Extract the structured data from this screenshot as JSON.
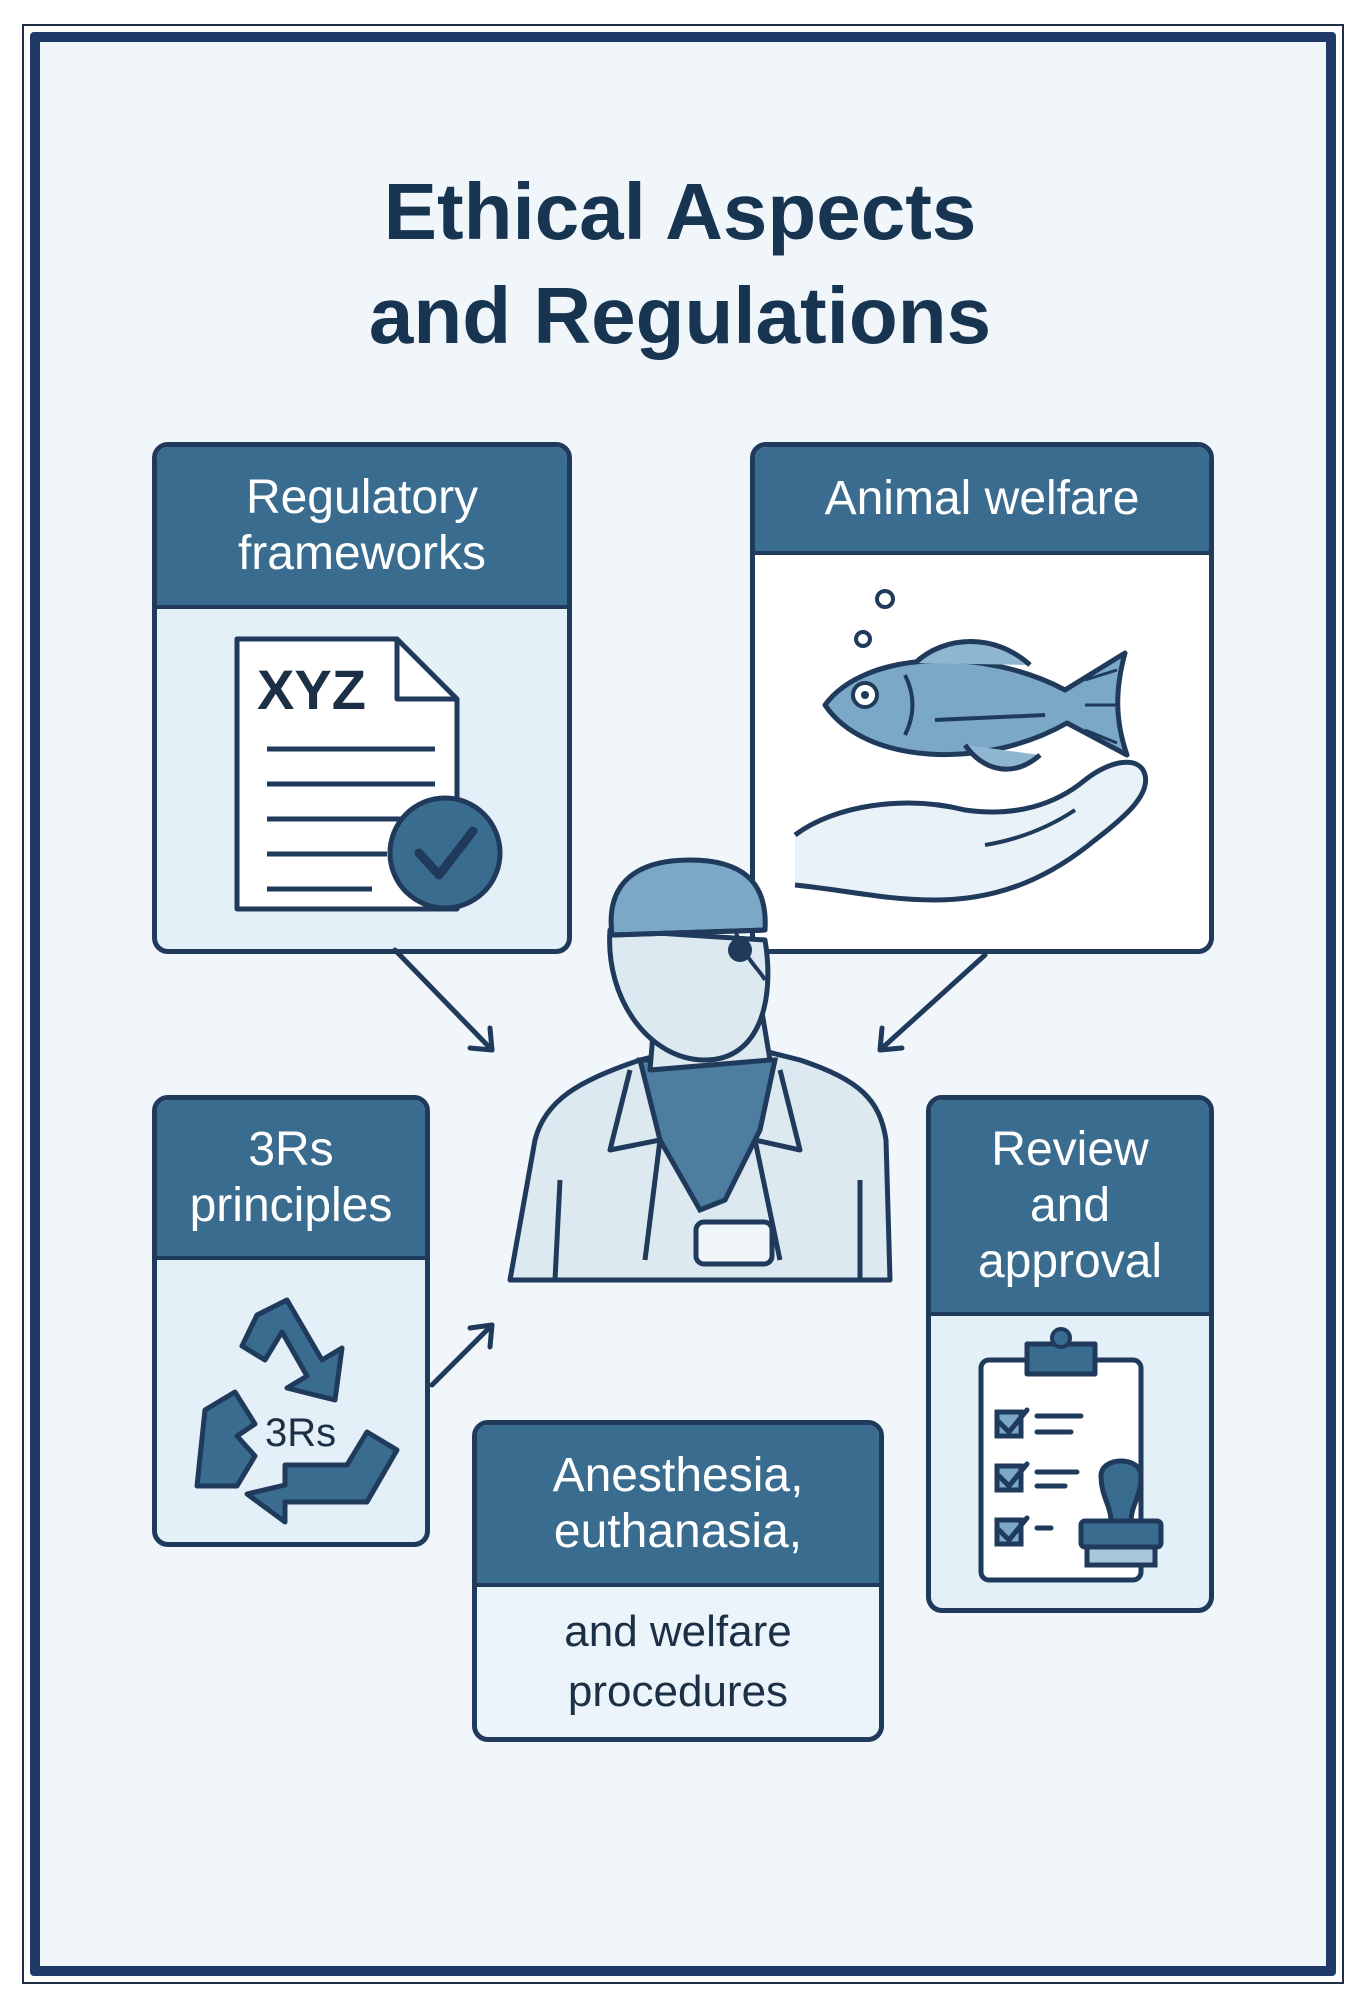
{
  "title": {
    "line1": "Ethical Aspects",
    "line2": "and Regulations"
  },
  "cards": {
    "regulatory": {
      "heading_line1": "Regulatory",
      "heading_line2": "frameworks",
      "doc_text": "XYZ"
    },
    "animal_welfare": {
      "heading": "Animal welfare"
    },
    "three_rs": {
      "heading_line1": "3Rs",
      "heading_line2": "principles",
      "icon_text": "3Rs"
    },
    "review": {
      "heading_line1": "Review",
      "heading_line2": "and",
      "heading_line3": "approval"
    },
    "procedures": {
      "heading_line1": "Anesthesia,",
      "heading_line2": "euthanasia,",
      "body_line1": "and welfare",
      "body_line2": "procedures"
    }
  },
  "colors": {
    "navy": "#1f3a66",
    "header_blue": "#3a6c8f",
    "card_fill": "#e4f0f8",
    "outline": "#1f3a5b",
    "page_bg": "#f1f6fb"
  },
  "icons": [
    "document-check-icon",
    "fish-on-hand-icon",
    "recycle-3rs-icon",
    "clipboard-stamp-icon",
    "scientist-figure"
  ]
}
